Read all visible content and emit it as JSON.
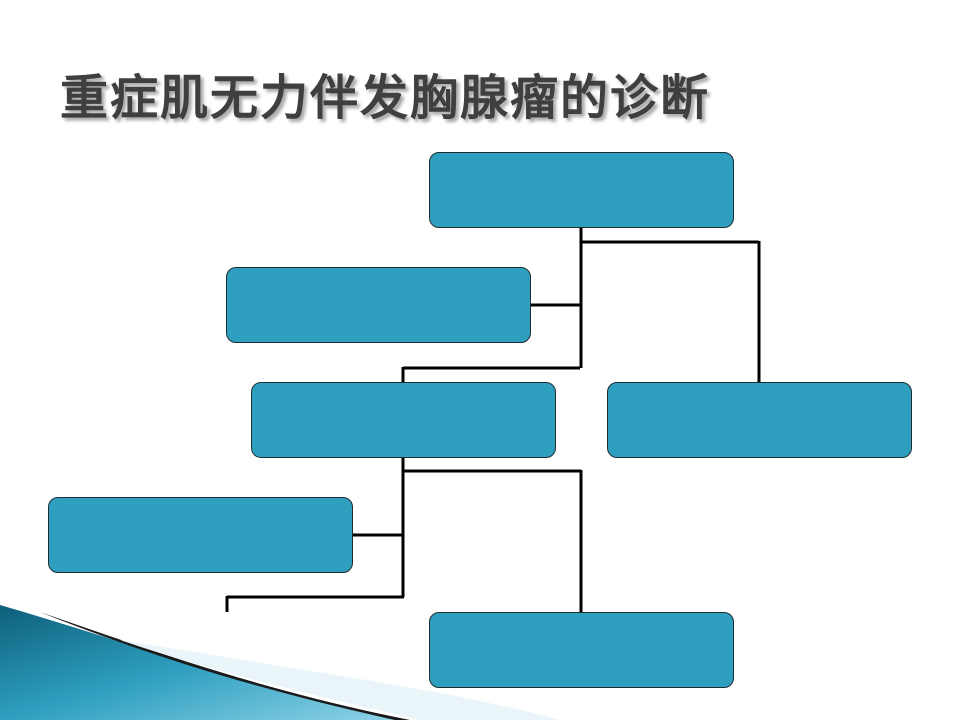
{
  "slide": {
    "title": "重症肌无力伴发胸腺瘤的诊断"
  },
  "diagram": {
    "node_color": "#2e9fbf",
    "node_border_color": "#1f2d33",
    "connector_color": "#000000",
    "nodes": [
      {
        "id": "root",
        "label": ""
      },
      {
        "id": "left-mid",
        "label": ""
      },
      {
        "id": "center",
        "label": ""
      },
      {
        "id": "right",
        "label": ""
      },
      {
        "id": "lower-left",
        "label": ""
      },
      {
        "id": "bottom",
        "label": ""
      }
    ]
  }
}
